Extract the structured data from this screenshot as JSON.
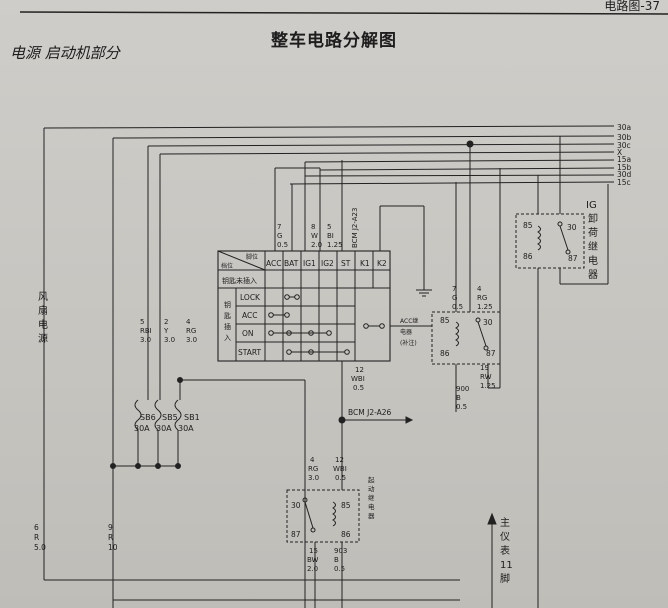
{
  "header": {
    "page_tag": "电路图-37",
    "title": "整车电路分解图",
    "section": "电源 启动机部分"
  },
  "buses": [
    "30a",
    "30b",
    "30c",
    "X",
    "15a",
    "15b",
    "30d",
    "15c"
  ],
  "ig_relay": {
    "name_lines": [
      "IG",
      "卸",
      "荷",
      "继",
      "电",
      "器"
    ],
    "pins": [
      "85",
      "86",
      "30",
      "87"
    ]
  },
  "acc_relay": {
    "name_lines": [
      "ACC继",
      "电器",
      "(补注)"
    ],
    "pins": [
      "85",
      "86",
      "30",
      "87"
    ]
  },
  "start_relay": {
    "name_lines": [
      "起",
      "动",
      "继",
      "电",
      "器"
    ],
    "pins": [
      "30",
      "87",
      "85",
      "86"
    ]
  },
  "switch": {
    "corner_top": "档位",
    "corner_left": "脚位",
    "columns": [
      "ACC",
      "BAT",
      "IG1",
      "IG2",
      "ST",
      "K1",
      "K2"
    ],
    "row_key_out": "钥匙未插入",
    "key_in_label": [
      "钥",
      "匙",
      "插",
      "入"
    ],
    "rows": [
      "LOCK",
      "ACC",
      "ON",
      "START"
    ]
  },
  "wires": {
    "acc_in": [
      "7",
      "G",
      "0.5"
    ],
    "ig1_in": [
      "8",
      "W",
      "2.0"
    ],
    "ig2_in": [
      "5",
      "BI",
      "1.25"
    ],
    "bcm_top": "BCM J2-A23",
    "acc_relay_86": [
      "7",
      "G",
      "0.5"
    ],
    "acc_relay_30": [
      "4",
      "RG",
      "1.25"
    ],
    "acc_relay_87": [
      "19",
      "RW",
      "1.25"
    ],
    "acc_relay_gnd": [
      "900",
      "B",
      "0.5"
    ],
    "fuse_wire1": [
      "5",
      "RBI",
      "3.0"
    ],
    "fuse_wire2": [
      "2",
      "Y",
      "3.0"
    ],
    "fuse_wire3": [
      "4",
      "RG",
      "3.0"
    ],
    "st_out": [
      "12",
      "WBI",
      "0.5"
    ],
    "bcm_mid": "BCM J2-A26",
    "start_30": [
      "4",
      "RG",
      "3.0"
    ],
    "start_85": [
      "12",
      "WBI",
      "0.5"
    ],
    "start_87": [
      "15",
      "BW",
      "2.0"
    ],
    "start_86": [
      "903",
      "B",
      "0.5"
    ],
    "left_wire1": [
      "6",
      "R",
      "5.0"
    ],
    "left_wire2": [
      "9",
      "R",
      "10"
    ]
  },
  "fuses": [
    {
      "id": "SB6",
      "rating": "30A"
    },
    {
      "id": "SB5",
      "rating": "30A"
    },
    {
      "id": "SB1",
      "rating": "30A"
    }
  ],
  "labels": {
    "fan_power": [
      "风",
      "扇",
      "电",
      "源"
    ],
    "instrument": [
      "主",
      "仪",
      "表",
      "11",
      "脚"
    ]
  }
}
